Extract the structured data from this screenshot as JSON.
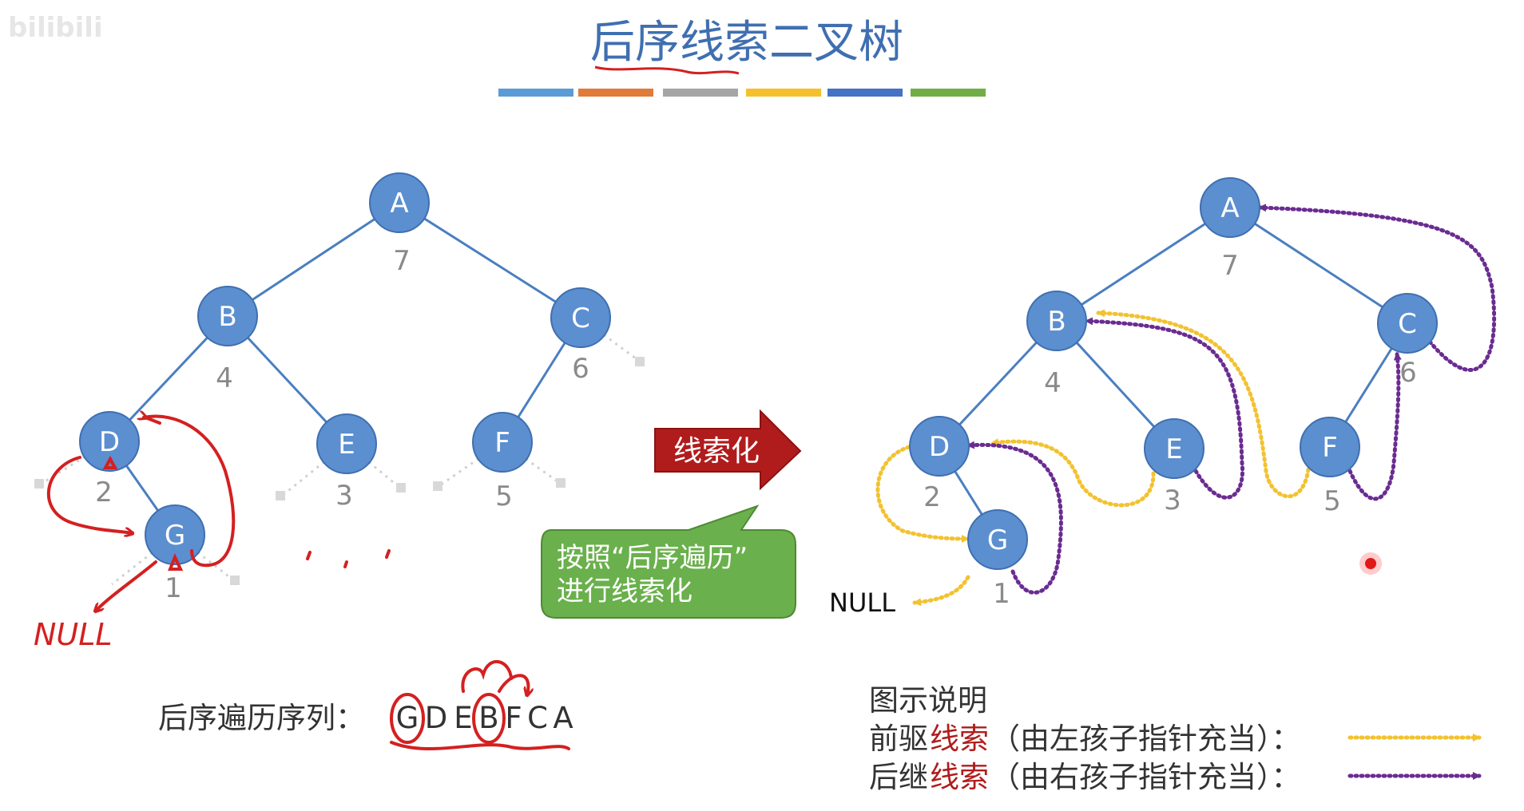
{
  "watermark": "bilibili",
  "title": "后序线索二叉树",
  "color_bars": [
    "#5b9bd5",
    "#e07b39",
    "#a5a5a5",
    "#f5c02c",
    "#4472c4",
    "#70ad47"
  ],
  "left_tree": {
    "nodes": [
      {
        "id": "A",
        "order": "7"
      },
      {
        "id": "B",
        "order": "4"
      },
      {
        "id": "C",
        "order": "6"
      },
      {
        "id": "D",
        "order": "2"
      },
      {
        "id": "E",
        "order": "3"
      },
      {
        "id": "F",
        "order": "5"
      },
      {
        "id": "G",
        "order": "1"
      }
    ],
    "handwritten_null": "NULL",
    "ellipsis": "` . `"
  },
  "right_tree": {
    "nodes": [
      {
        "id": "A",
        "order": "7"
      },
      {
        "id": "B",
        "order": "4"
      },
      {
        "id": "C",
        "order": "6"
      },
      {
        "id": "D",
        "order": "2"
      },
      {
        "id": "E",
        "order": "3"
      },
      {
        "id": "F",
        "order": "5"
      },
      {
        "id": "G",
        "order": "1"
      }
    ],
    "null_label": "NULL"
  },
  "threading_arrow": {
    "label": "线索化",
    "color": "#b01c1c"
  },
  "callout": {
    "line1": "按照“后序遍历”",
    "line2": "进行线索化",
    "color": "#6ab04c"
  },
  "traversal": {
    "label": "后序遍历序列：",
    "sequence": [
      "G",
      "D",
      "E",
      "B",
      "F",
      "C",
      "A"
    ]
  },
  "legend": {
    "title": "图示说明",
    "pred_prefix": "前驱",
    "pred_keyword": "线索",
    "pred_suffix": "（由左孩子指针充当）：",
    "succ_prefix": "后继",
    "succ_keyword": "线索",
    "succ_suffix": "（由右孩子指针充当）：",
    "pred_color": "#f2c230",
    "succ_color": "#6a2c91",
    "keyword_color": "#b01c1c"
  },
  "colors": {
    "node_fill": "#5b8fd0",
    "node_stroke": "#3f6fb0",
    "edge": "#4a7fc0",
    "annotation_red": "#d42020"
  }
}
